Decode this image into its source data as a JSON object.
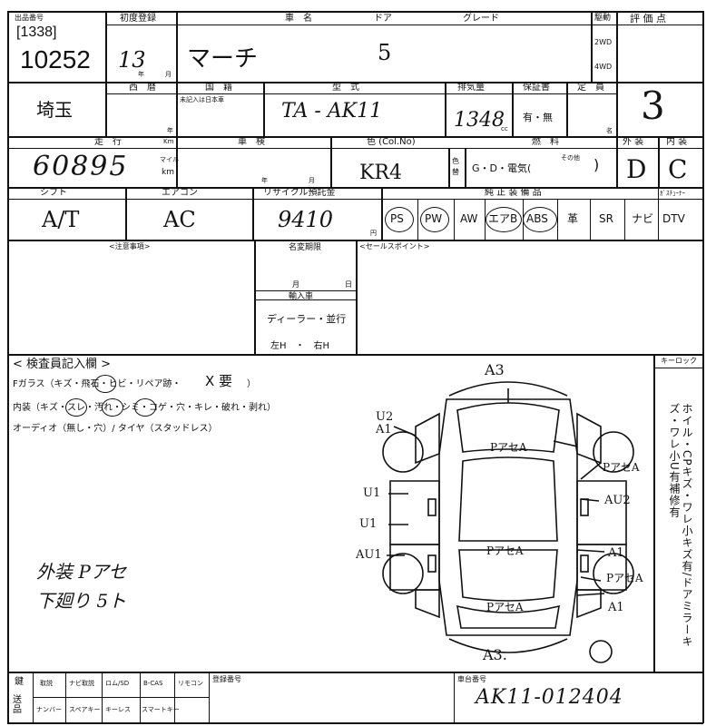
{
  "header": {
    "lot_code_label": "出品番号",
    "lot_code": "[1338]",
    "lot_number": "10252",
    "first_reg_label": "初度登録",
    "first_reg_year": "13",
    "year_unit": "年",
    "month_unit": "月",
    "car_name_label": "車　名",
    "car_name": "マーチ",
    "doors_label": "ドア",
    "doors": "5",
    "grade_label": "グレード",
    "drive_label": "駆動",
    "drive_opt1": "2WD",
    "drive_opt2": "4WD",
    "score_label": "評 価 点",
    "score": "3"
  },
  "row2": {
    "west_label": "西　暦",
    "origin": "埼玉",
    "inspection_label": "国　籍",
    "inspection_note": "未記入は日本車",
    "model_label": "型　式",
    "model": "TA - AK11",
    "displacement_label": "排気量",
    "displacement": "1348",
    "cc": "cc",
    "warranty_label": "保証書",
    "warranty_value": "有・無",
    "capacity_label": "定　員",
    "capacity_unit": "名",
    "year_suffix": "年"
  },
  "row3": {
    "mileage_label": "走　行",
    "km_label": "Km",
    "mileage": "60895",
    "mile_label": "マイル",
    "km": "km",
    "inspect_label": "車　検",
    "color_label": "色 (Col.No)",
    "color": "KR4",
    "color_change": "色替",
    "fuel_label": "燃　料",
    "fuel_options": "G・D・電気(",
    "fuel_close": ")",
    "fuel_other": "その他",
    "exterior_label": "外 装",
    "exterior": "D",
    "interior_label": "内 装",
    "interior": "C"
  },
  "row4": {
    "shift_label": "シフト",
    "shift": "A/T",
    "ac_label": "エアコン",
    "ac": "AC",
    "recycle_label": "リサイクル預託金",
    "recycle": "9410",
    "yen": "円",
    "equipment_label": "純 正 装 備 品",
    "equipment": [
      "PS",
      "PW",
      "AW",
      "エアB",
      "ABS",
      "革",
      "SR",
      "ナビ",
      "DTV"
    ],
    "tuner_label": "ｶﾞｽﾁｭｰﾅｰ"
  },
  "notes": {
    "notes_label": "<注意事項>",
    "name_change_label": "名変期限",
    "month": "月",
    "day": "日",
    "import_label": "輸入車",
    "import_value": "ディーラー・並行",
    "handle_value": "左H　・　右H",
    "sales_point_label": "<セールスポイント>"
  },
  "inspector": {
    "title": "< 検査員記入欄 >",
    "f_glass": "Fガラス（キズ・飛石・ヒビ・リペア跡・",
    "f_glass_x": "X 要",
    "f_glass_close": "）",
    "interior": "内装（キズ・スレ・汚れ・シミ・コゲ・穴・キレ・破れ・剥れ）",
    "audio": "オーディオ（無し・穴）/ タイヤ（スタッドレス）",
    "handnote1": "外装 Pアセ",
    "handnote2": "下廻り 5ト"
  },
  "diagram": {
    "front": "A3",
    "rear": "A3.",
    "marks": [
      "U2",
      "A1",
      "PアセA",
      "PアセA",
      "U1",
      "AU2",
      "U1",
      "PアセA",
      "AU1",
      "A1",
      "PアセA",
      "PアセA",
      "A1"
    ]
  },
  "side": {
    "key_label": "キーロック",
    "vertical_text": "ホイル・CPキズ・ワレ小キズ有/ドアミラーキズ・ワレ小U有補修有"
  },
  "footer": {
    "label1": "鍵",
    "label2": "送品",
    "items_row1": [
      "取説",
      "ナビ取説",
      "ロム/SD",
      "B-CAS",
      "リモコン"
    ],
    "items_row2": [
      "ナンバー",
      "スペアキー",
      "キーレス",
      "スマートキー",
      ""
    ],
    "reg_label": "登録番号",
    "chassis_label": "車台番号",
    "chassis": "AK11-012404"
  }
}
